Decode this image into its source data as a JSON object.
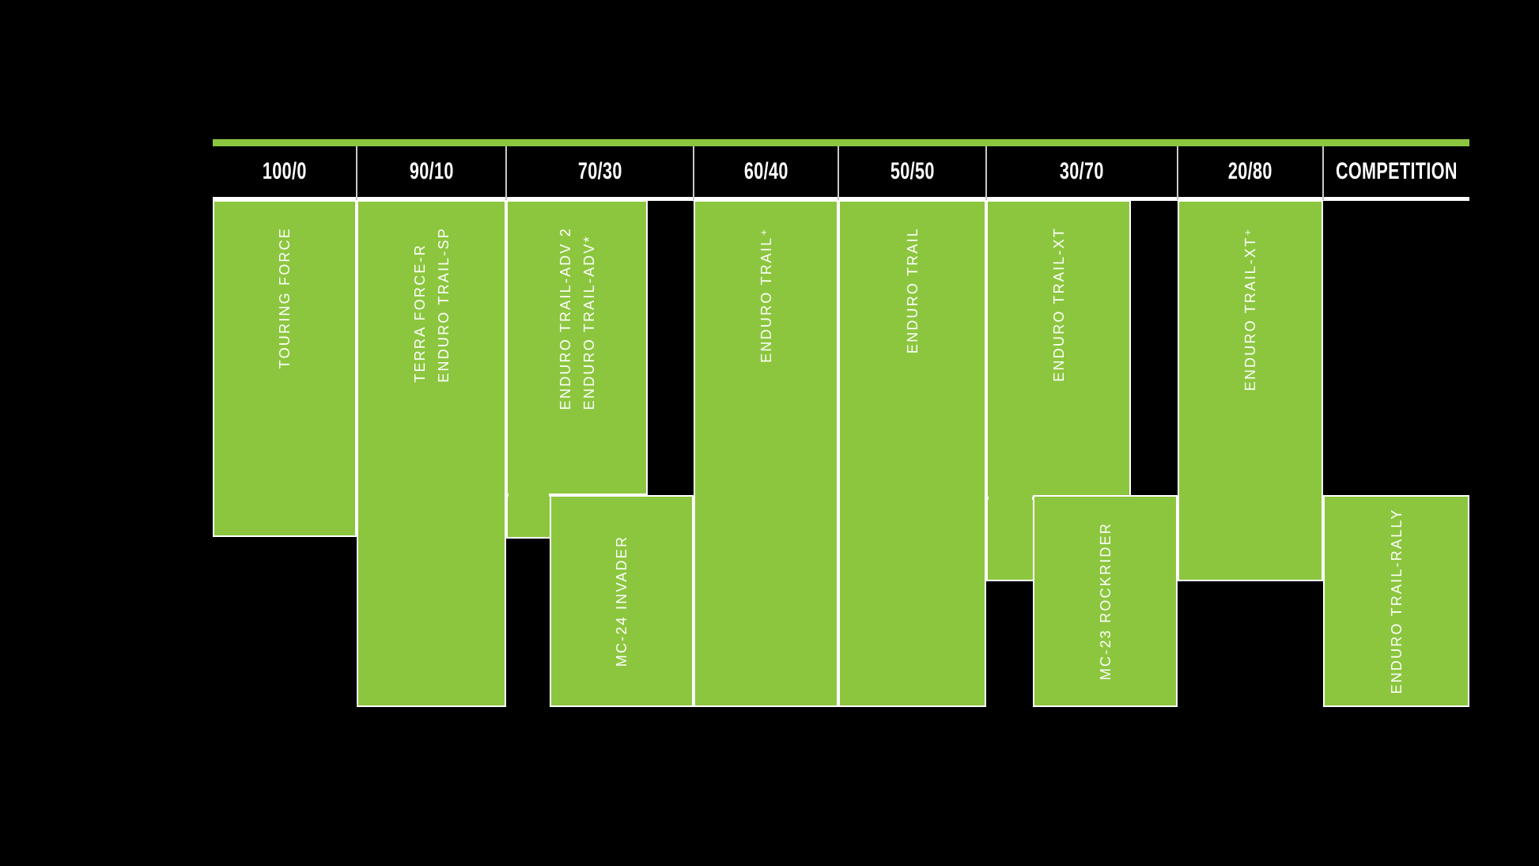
{
  "colors": {
    "background": "#000000",
    "tile_green": "#8CC63F",
    "border_white": "#FFFFFF",
    "divider_grey": "#C9C9C9",
    "text_white": "#FFFFFF"
  },
  "header": {
    "categories": [
      {
        "label": "100/0"
      },
      {
        "label": "90/10"
      },
      {
        "label": "70/30"
      },
      {
        "label": "60/40"
      },
      {
        "label": "50/50"
      },
      {
        "label": "30/70"
      },
      {
        "label": "20/80"
      },
      {
        "label": "COMPETITION"
      }
    ]
  },
  "tiles": [
    {
      "id": "touring-force",
      "category": "100/0",
      "position": "upper",
      "lines": [
        "TOURING FORCE"
      ]
    },
    {
      "id": "terra-force-r",
      "category": "90/10",
      "position": "upper",
      "lines": [
        "TERRA FORCE-R",
        "ENDURO TRAIL-SP"
      ]
    },
    {
      "id": "enduro-trail-adv",
      "category": "70/30",
      "position": "upper",
      "lines": [
        "ENDURO TRAIL-ADV 2",
        "ENDURO TRAIL-ADV*"
      ]
    },
    {
      "id": "mc-24-invader",
      "category": "70/30",
      "position": "lower",
      "lines": [
        "MC-24 INVADER"
      ]
    },
    {
      "id": "enduro-trail-plus",
      "category": "60/40",
      "position": "upper",
      "lines": [
        "ENDURO TRAIL⁺"
      ]
    },
    {
      "id": "enduro-trail",
      "category": "50/50",
      "position": "upper",
      "lines": [
        "ENDURO TRAIL"
      ]
    },
    {
      "id": "enduro-trail-xt",
      "category": "30/70",
      "position": "upper",
      "lines": [
        "ENDURO TRAIL-XT"
      ]
    },
    {
      "id": "mc-23-rockrider",
      "category": "30/70",
      "position": "lower",
      "lines": [
        "MC-23 ROCKRIDER"
      ]
    },
    {
      "id": "enduro-trail-xt-plus",
      "category": "20/80",
      "position": "upper",
      "lines": [
        "ENDURO TRAIL-XT⁺"
      ]
    },
    {
      "id": "enduro-trail-rally",
      "category": "COMPETITION",
      "position": "lower",
      "lines": [
        "ENDURO TRAIL-RALLY"
      ]
    }
  ],
  "chart_data": {
    "type": "table",
    "title": "",
    "categories": [
      "100/0",
      "90/10",
      "70/30",
      "60/40",
      "50/50",
      "30/70",
      "20/80",
      "COMPETITION"
    ],
    "rows": [
      {
        "category": "100/0",
        "products_upper": [
          "TOURING FORCE"
        ],
        "products_lower": []
      },
      {
        "category": "90/10",
        "products_upper": [
          "TERRA FORCE-R",
          "ENDURO TRAIL-SP"
        ],
        "products_lower": []
      },
      {
        "category": "70/30",
        "products_upper": [
          "ENDURO TRAIL-ADV 2",
          "ENDURO TRAIL-ADV*"
        ],
        "products_lower": [
          "MC-24 INVADER"
        ]
      },
      {
        "category": "60/40",
        "products_upper": [
          "ENDURO TRAIL⁺"
        ],
        "products_lower": []
      },
      {
        "category": "50/50",
        "products_upper": [
          "ENDURO TRAIL"
        ],
        "products_lower": []
      },
      {
        "category": "30/70",
        "products_upper": [
          "ENDURO TRAIL-XT"
        ],
        "products_lower": [
          "MC-23 ROCKRIDER"
        ]
      },
      {
        "category": "20/80",
        "products_upper": [
          "ENDURO TRAIL-XT⁺"
        ],
        "products_lower": []
      },
      {
        "category": "COMPETITION",
        "products_upper": [],
        "products_lower": [
          "ENDURO TRAIL-RALLY"
        ]
      }
    ],
    "legend_position": "none",
    "grid": false
  }
}
